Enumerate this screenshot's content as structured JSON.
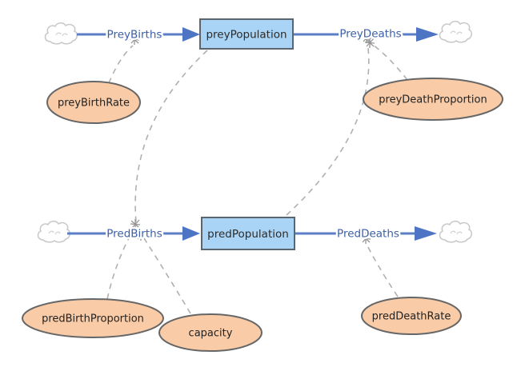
{
  "diagram": {
    "kind": "stock-and-flow-model",
    "stocks": [
      {
        "label": "preyPopulation"
      },
      {
        "label": "predPopulation"
      }
    ],
    "flows": [
      {
        "label": "PreyBirths",
        "from": "cloud",
        "to": "preyPopulation"
      },
      {
        "label": "PreyDeaths",
        "from": "preyPopulation",
        "to": "cloud"
      },
      {
        "label": "PredBirths",
        "from": "cloud",
        "to": "predPopulation"
      },
      {
        "label": "PredDeaths",
        "from": "predPopulation",
        "to": "cloud"
      }
    ],
    "variables": [
      {
        "label": "preyBirthRate"
      },
      {
        "label": "preyDeathProportion"
      },
      {
        "label": "predBirthProportion"
      },
      {
        "label": "capacity"
      },
      {
        "label": "predDeathRate"
      }
    ],
    "links": [
      {
        "from": "preyBirthRate",
        "to": "PreyBirths"
      },
      {
        "from": "preyDeathProportion",
        "to": "PreyDeaths"
      },
      {
        "from": "preyPopulation",
        "to": "PredBirths"
      },
      {
        "from": "predPopulation",
        "to": "PreyDeaths"
      },
      {
        "from": "predBirthProportion",
        "to": "PredBirths"
      },
      {
        "from": "capacity",
        "to": "PredBirths"
      },
      {
        "from": "predDeathRate",
        "to": "PredDeaths"
      }
    ],
    "colors": {
      "stock_fill": "#aad4f5",
      "stock_border": "#5b6570",
      "flow_line": "#5b7ec7",
      "flow_arrow": "#4e74c4",
      "flow_label_text": "#3c5fa8",
      "variable_fill": "#f9cba6",
      "variable_border": "#666666",
      "link_line": "#b0b0b0",
      "link_arrowhead": "#8f8f8f",
      "cloud_outline": "#c9c9c9",
      "background": "#ffffff"
    }
  }
}
